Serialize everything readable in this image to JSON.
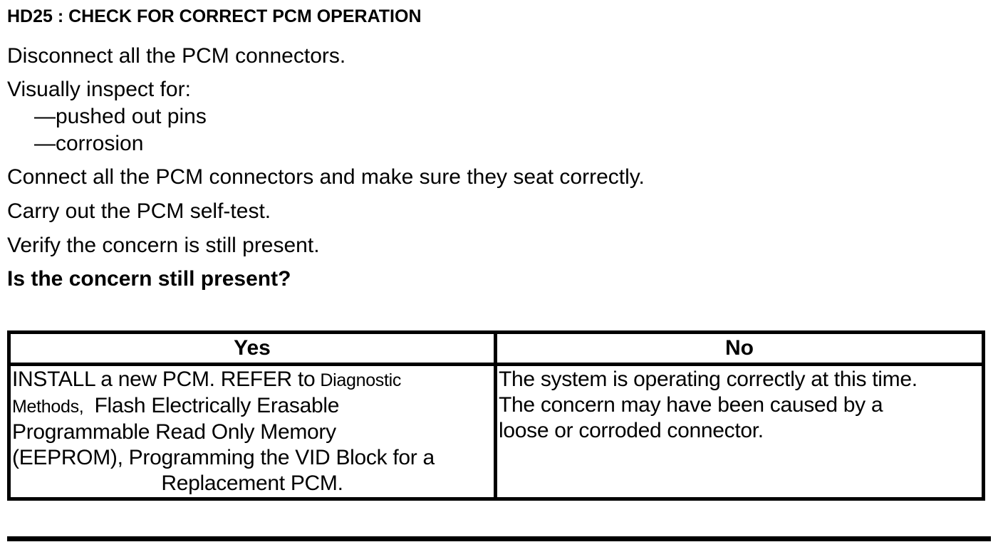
{
  "document": {
    "heading": "HD25 : CHECK FOR CORRECT PCM OPERATION",
    "steps": {
      "disconnect": "Disconnect all the PCM connectors.",
      "inspect_intro": "Visually inspect for:",
      "inspect_items": [
        "—pushed out pins",
        "—corrosion"
      ],
      "connect": "Connect all the PCM connectors and make sure they seat correctly.",
      "self_test": "Carry out the PCM self-test.",
      "verify": "Verify the concern is still present.",
      "question": "Is the concern still present?"
    },
    "result_table": {
      "headers": {
        "yes": "Yes",
        "no": "No"
      },
      "yes_cell": {
        "line1_main": "INSTALL a new PCM. REFER to",
        "line1_ref": "Diagnostic",
        "line2_ref": "Methods,",
        "line2_main": "Flash Electrically Erasable",
        "line3": "Programmable Read Only Memory",
        "line4": "(EEPROM), Programming the VID Block for a",
        "line5_centered": "Replacement PCM."
      },
      "no_cell": {
        "line1": "The system is operating correctly at this time.",
        "line2": "The concern may have been caused by a",
        "line3": "loose or corroded connector."
      }
    },
    "colors": {
      "text": "#000000",
      "background": "#ffffff"
    }
  }
}
